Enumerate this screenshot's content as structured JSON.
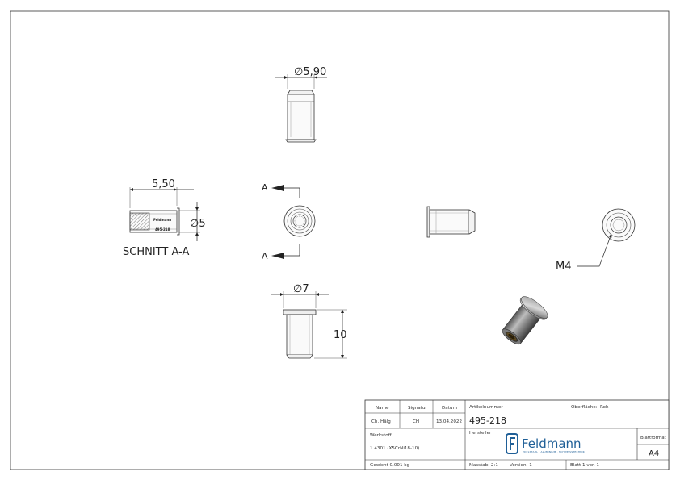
{
  "dimensions": {
    "top_diameter": "∅5,90",
    "section_length": "5,50",
    "section_diameter": "∅5",
    "bottom_diameter": "∅7",
    "bottom_height": "10"
  },
  "labels": {
    "section_title": "SCHNITT A-A",
    "cut_marker_top": "A",
    "cut_marker_bottom": "A",
    "thread": "M4",
    "part_marking_brand": "Feldmann",
    "part_marking_number": "495-218"
  },
  "title_block": {
    "headers": {
      "name": "Name",
      "signature": "Signatur",
      "date": "Datum"
    },
    "row": {
      "name": "Ch. Hälg",
      "signature": "CH",
      "date": "13.04.2022"
    },
    "article_label": "Artikelnummer",
    "article_number": "495-218",
    "surface_label": "Oberfläche:",
    "surface_value": "Roh",
    "material_label": "Werkstoff:",
    "material_value": "1.4301 (X5CrNi18-10)",
    "manufacturer_label": "Hersteller",
    "logo_text": "Feldmann",
    "logo_subtitle": "EDELSTAHL · ALUMINIUM · SCHWEISSTECHNIK",
    "format_label": "Blattformat",
    "format_value": "A4",
    "weight": "Gewicht 0.001 kg",
    "scale": "Masstab: 2:1",
    "version": "Version: 1",
    "sheet": "Blatt 1 von 1"
  }
}
